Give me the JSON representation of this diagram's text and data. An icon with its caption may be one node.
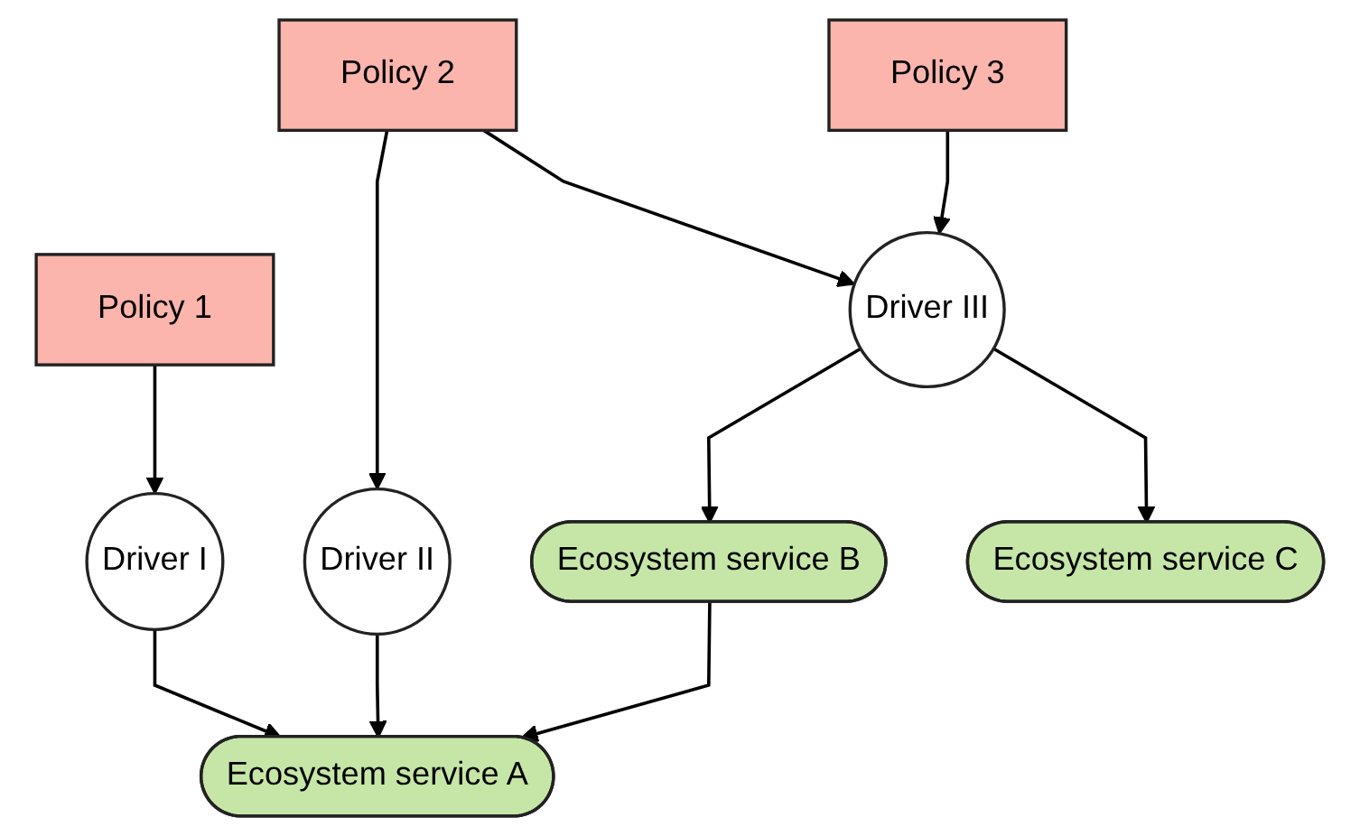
{
  "diagram": {
    "nodes": [
      {
        "text": [
          "Policy 1"
        ]
      },
      {
        "text": [
          "Policy 2"
        ]
      },
      {
        "text": [
          "Policy 3"
        ]
      },
      {
        "text": [
          "Driver I"
        ]
      },
      {
        "text": [
          "Driver II"
        ]
      },
      {
        "text": [
          "Driver III"
        ]
      },
      {
        "text": [
          "Ecosystem service A"
        ]
      },
      {
        "text": [
          "Ecosystem service B"
        ]
      },
      {
        "text": [
          "Ecosystem service C"
        ]
      }
    ],
    "edges": [
      {
        "from": 0,
        "to": 3,
        "arrow": "to"
      },
      {
        "from": 1,
        "to": 4,
        "arrow": "to"
      },
      {
        "from": 1,
        "to": 5,
        "arrow": "to"
      },
      {
        "from": 2,
        "to": 5,
        "arrow": "to"
      },
      {
        "from": 3,
        "to": 6,
        "arrow": "to"
      },
      {
        "from": 4,
        "to": 6,
        "arrow": "to"
      },
      {
        "from": 5,
        "to": 7,
        "arrow": "to"
      },
      {
        "from": 5,
        "to": 8,
        "arrow": "to"
      },
      {
        "from": 7,
        "to": 6,
        "arrow": "to"
      }
    ]
  }
}
